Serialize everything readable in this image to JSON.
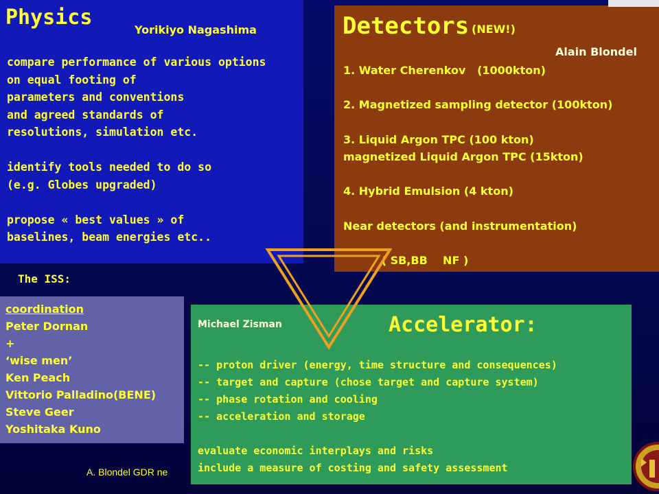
{
  "physics": {
    "title": "Physics",
    "author": "Yorikiyo Nagashima",
    "body": "compare performance of various options\non equal footing of\nparameters and conventions\nand agreed standards of\nresolutions, simulation etc.\n\nidentify tools needed to do so\n(e.g. Globes upgraded)\n\npropose « best values » of\nbaselines, beam energies etc.."
  },
  "detectors": {
    "title": "Detectors",
    "new_tag": "(NEW!)",
    "author": "Alain Blondel",
    "body": "1. Water Cherenkov   (1000kton)\n\n2. Magnetized sampling detector (100kton)\n\n3. Liquid Argon TPC (100 kton)\nmagnetized Liquid Argon TPC (15kton)\n\n4. Hybrid Emulsion (4 kton)\n\nNear detectors (and instrumentation)\n\n          ( SB,BB    NF )"
  },
  "iss_label": "The ISS:",
  "coordination": {
    "heading": "coordination",
    "body": "Peter Dornan\n+\n‘wise men’\nKen Peach\nVittorio Palladino(BENE)\nSteve Geer\nYoshitaka Kuno"
  },
  "accelerator": {
    "author": "Michael Zisman",
    "title": "Accelerator:",
    "body": "-- proton driver (energy, time structure and consequences)\n-- target and capture (chose target and capture system)\n-- phase rotation and cooling\n-- acceleration and storage\n\nevaluate economic interplays and risks\ninclude a measure of costing and safety assessment"
  },
  "footer": "A. Blondel GDR ne",
  "colors": {
    "background": "#050a6a",
    "physics_box": "#1119b8",
    "detectors_box": "#8b3b0e",
    "coordination_box": "#6262a8",
    "accelerator_box": "#2e9b5a",
    "text_yellow": "#ffff33",
    "triangle_orange": "#f0a020"
  },
  "icons": {
    "triangle": "inverted-triangle-icon",
    "seal": "university-seal-icon"
  }
}
